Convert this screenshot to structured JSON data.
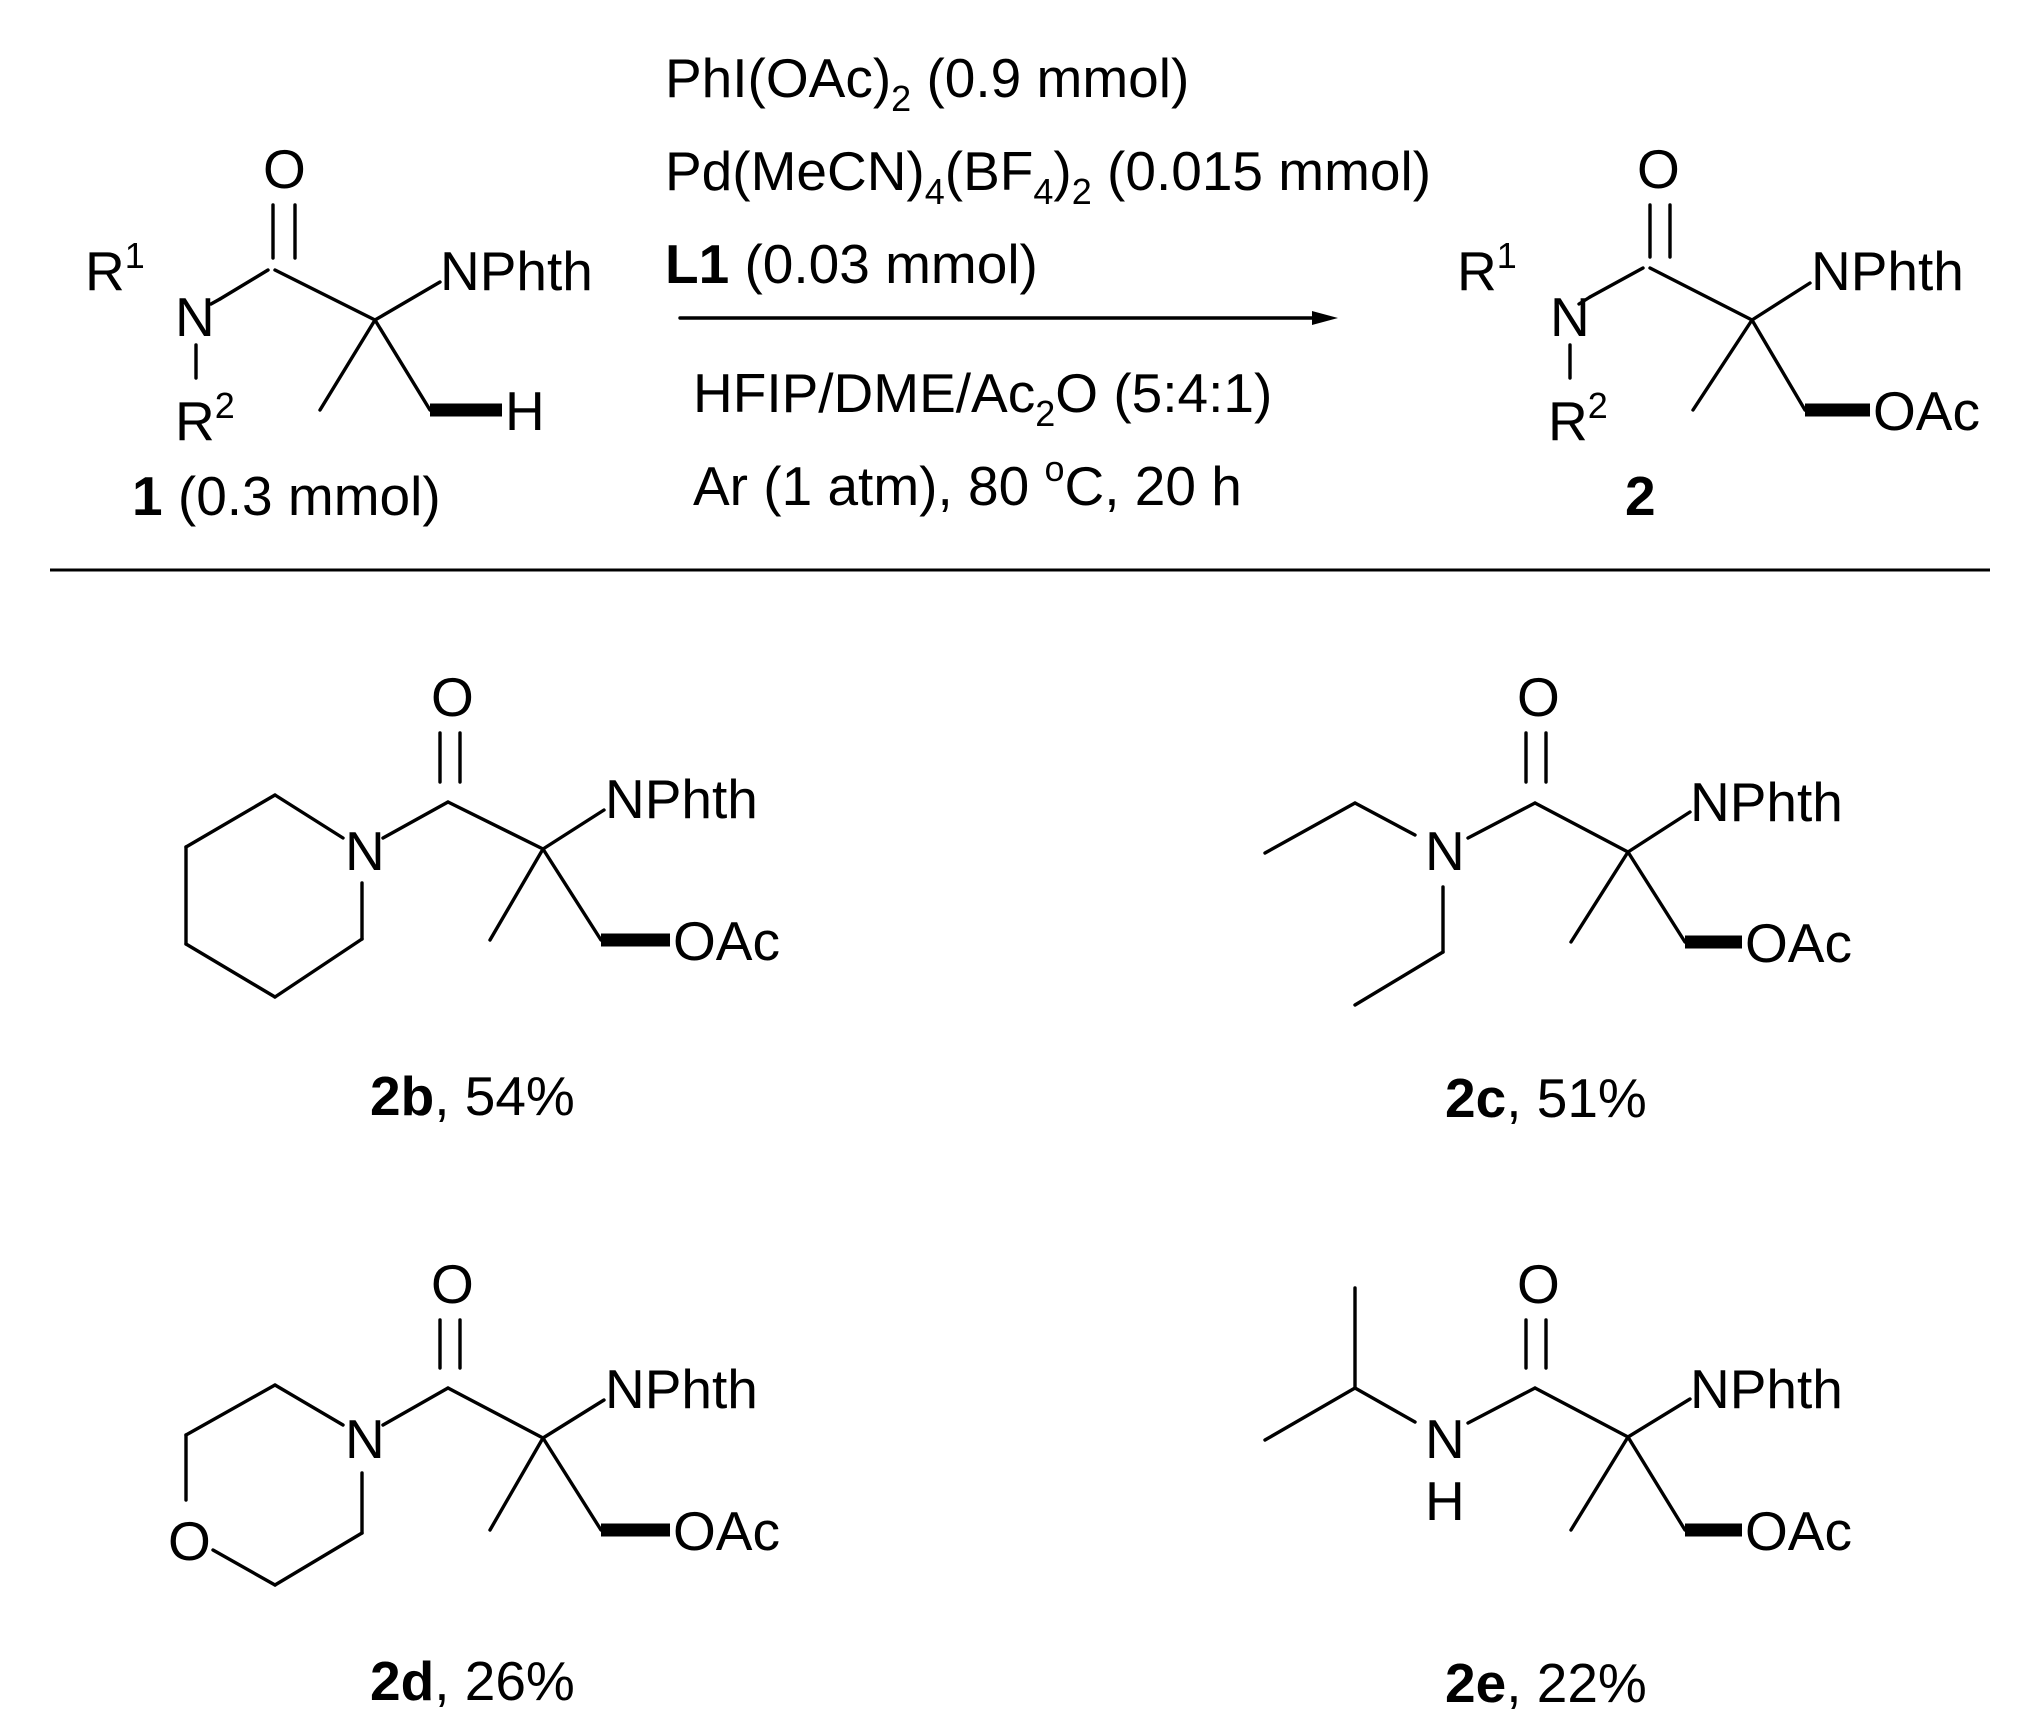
{
  "reaction": {
    "substrate": {
      "label": "1",
      "amount": " (0.3 mmol)",
      "atoms": {
        "carbonyl_o": "O",
        "amide_n": "N",
        "r1": "R",
        "r1_sup": "1",
        "r2": "R",
        "r2_sup": "2",
        "nphth": "NPhth",
        "hydrogen": "H"
      }
    },
    "conditions": {
      "oxidant": {
        "text": "PhI(OAc)",
        "sub": "2",
        "amount": " (0.9 mmol)"
      },
      "catalyst": {
        "part1": "Pd(MeCN)",
        "sub1": "4",
        "part2": "(BF",
        "sub2": "4",
        "part3": ")",
        "sub3": "2",
        "amount": " (0.015 mmol)"
      },
      "ligand": {
        "name": "L1",
        "amount": " (0.03 mmol)"
      },
      "solvent": {
        "part1": "HFIP/DME/Ac",
        "sub": "2",
        "part2": "O (5:4:1)"
      },
      "atmosphere": {
        "part1": "Ar (1 atm), 80 ",
        "sup": "o",
        "part2": "C, 20 h"
      }
    },
    "product": {
      "label": "2",
      "atoms": {
        "carbonyl_o": "O",
        "amide_n": "N",
        "r1": "R",
        "r1_sup": "1",
        "r2": "R",
        "r2_sup": "2",
        "nphth": "NPhth",
        "oac": "OAc"
      }
    }
  },
  "examples": [
    {
      "id": "2b",
      "yield": ", 54%",
      "atoms": {
        "o": "O",
        "n": "N",
        "nphth": "NPhth",
        "oac": "OAc"
      }
    },
    {
      "id": "2c",
      "yield": ", 51%",
      "atoms": {
        "o": "O",
        "n": "N",
        "nphth": "NPhth",
        "oac": "OAc"
      }
    },
    {
      "id": "2d",
      "yield": ", 26%",
      "atoms": {
        "o": "O",
        "n": "N",
        "ring_o": "O",
        "nphth": "NPhth",
        "oac": "OAc"
      }
    },
    {
      "id": "2e",
      "yield": ", 22%",
      "atoms": {
        "o": "O",
        "n": "N",
        "h": "H",
        "nphth": "NPhth",
        "oac": "OAc"
      }
    }
  ]
}
